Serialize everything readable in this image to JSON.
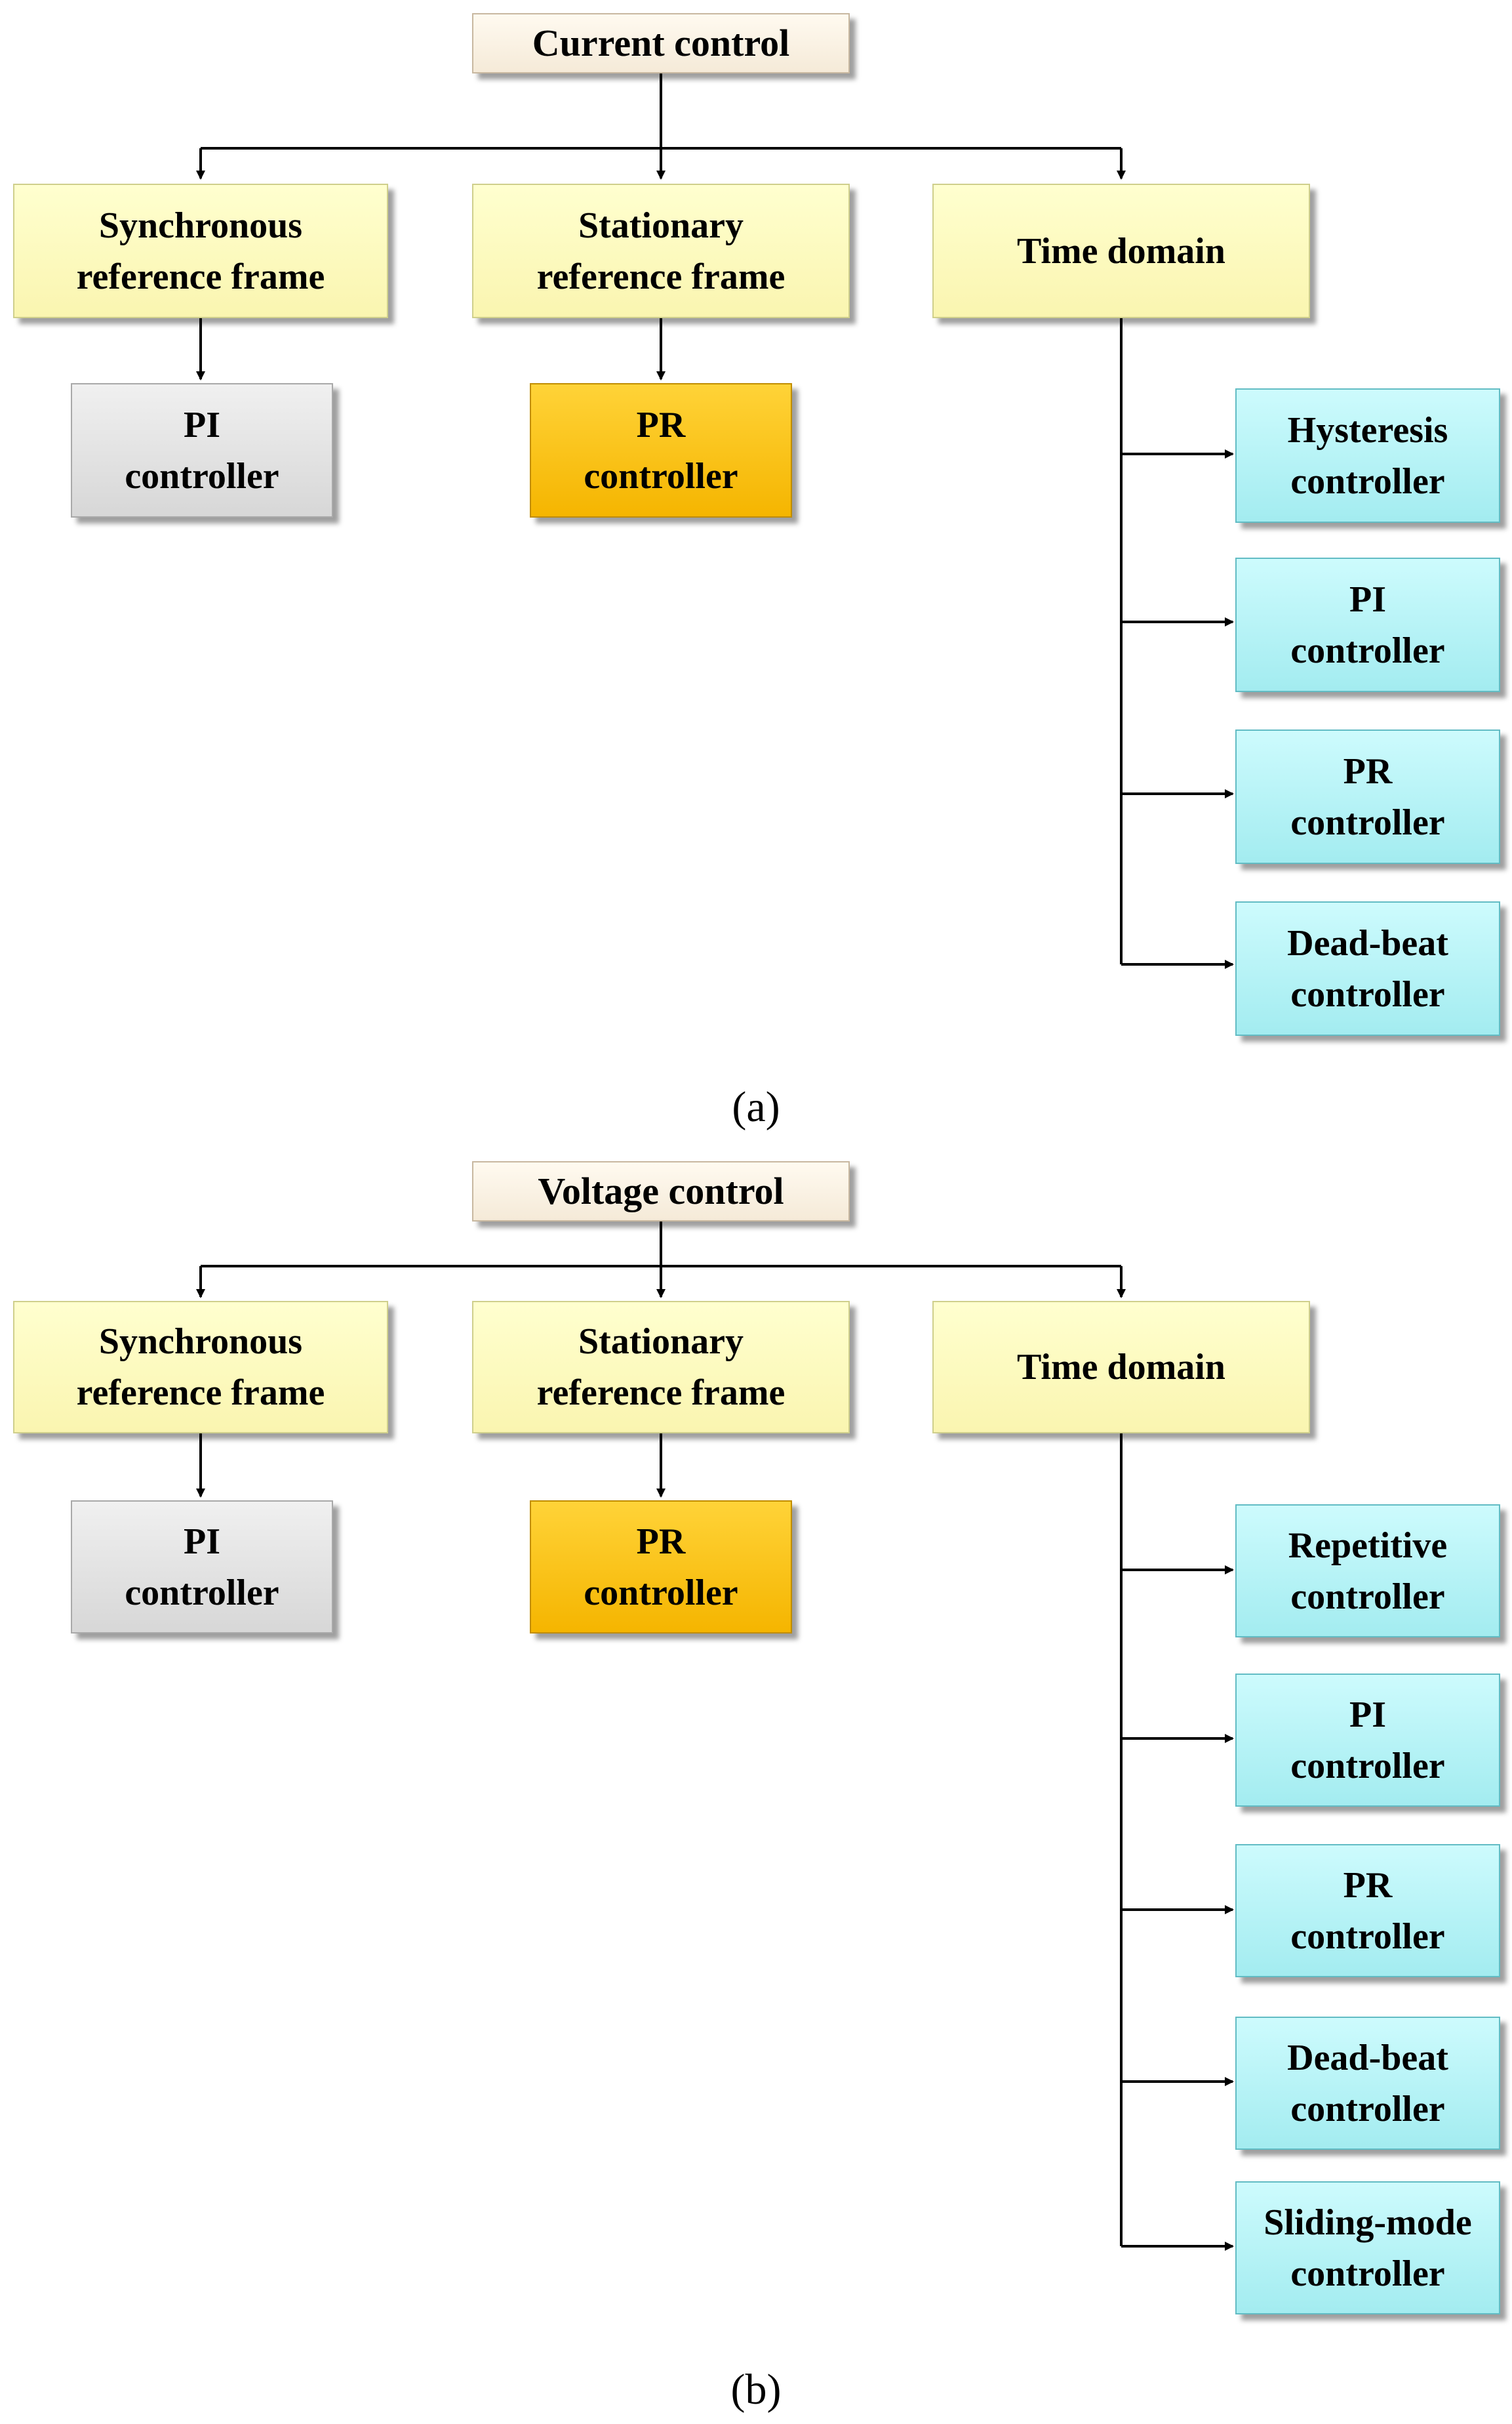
{
  "panels": [
    {
      "root": "Current control",
      "categories": [
        "Synchronous\nreference frame",
        "Stationary\nreference frame",
        "Time domain"
      ],
      "sync_child": "PI\ncontroller",
      "stat_child": "PR\ncontroller",
      "time_children": [
        "Hysteresis\ncontroller",
        "PI\ncontroller",
        "PR\ncontroller",
        "Dead-beat\ncontroller"
      ],
      "caption": "(a)"
    },
    {
      "root": "Voltage control",
      "categories": [
        "Synchronous\nreference frame",
        "Stationary\nreference frame",
        "Time domain"
      ],
      "sync_child": "PI\ncontroller",
      "stat_child": "PR\ncontroller",
      "time_children": [
        "Repetitive\ncontroller",
        "PI\ncontroller",
        "PR\ncontroller",
        "Dead-beat\ncontroller",
        "Sliding-mode\ncontroller"
      ],
      "caption": "(b)"
    }
  ]
}
